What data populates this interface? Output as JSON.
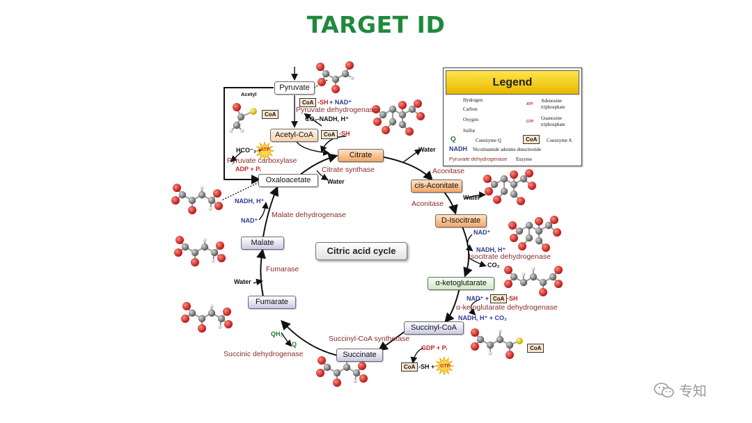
{
  "title": "TARGET ID",
  "diagram": {
    "center_label": "Citric acid cycle",
    "metabolites": {
      "pyruvate": "Pyruvate",
      "acetyl_coa": "Acetyl-CoA",
      "citrate": "Citrate",
      "cis_aconitate": "cis-Aconitate",
      "d_isocitrate": "D-Isocitrate",
      "a_ketoglutarate": "α-ketoglutarate",
      "succinyl_coa": "Succinyl-CoA",
      "succinate": "Succinate",
      "fumarate": "Fumarate",
      "malate": "Malate",
      "oxaloacetate": "Oxaloacetate"
    },
    "enzymes": {
      "pyruvate_dehydrogenase": "Pyruvate dehydrogenase",
      "pyruvate_carboxylase": "Pyruvate carboxylase",
      "citrate_synthase": "Citrate synthase",
      "aconitase_1": "Aconitase",
      "aconitase_2": "Aconitase",
      "isocitrate_dehydrogenase": "Isocitrate dehydrogenase",
      "akg_dehydrogenase": "α-ketoglutarate dehydrogenase",
      "succinyl_coa_synthetase": "Succinyl-CoA synthetase",
      "succinic_dehydrogenase": "Succinic dehydrogenase",
      "fumarase": "Fumarase",
      "malate_dehydrogenase": "Malate dehydrogenase"
    },
    "cofactors": {
      "acetyl": "Acetyl",
      "coa": "CoA",
      "sh": "-SH",
      "plus_nad": "+ NAD⁺",
      "co2_nadh_h": "CO₂-NADH, H⁺",
      "hco3": "HCO⁻₃ +",
      "atp": "ATP",
      "adp_pi": "ADP + Pᵢ",
      "water": "Water",
      "nadh_h": "NADH, H⁺",
      "nad_plus": "NAD⁺",
      "co2": "CO₂",
      "nad_plus_plus": "NAD⁺ +",
      "nadh_h_co2": "NADH, H⁺ + CO₂",
      "gdp_pi": "GDP + Pᵢ",
      "sh_plus": "-SH +",
      "gtp": "GTP",
      "qh2": "QH₂",
      "q": "Q"
    }
  },
  "legend": {
    "title": "Legend",
    "items": {
      "hydrogen": "Hydrogen",
      "carbon": "Carbon",
      "oxygen": "Oxygen",
      "sulfur": "Sulfur",
      "q_symbol": "Q",
      "coenzyme_q": "Coenzyme Q",
      "nadh_symbol": "NADH",
      "nadh_desc": "Nicotinamide adenine dinucleotide",
      "enzyme_example": "Pyruvate dehydrogenase",
      "enzyme": "Enzyme",
      "atp_symbol": "ATP",
      "atp_desc_1": "Adenosine",
      "atp_desc_2": "triphosphate",
      "gtp_symbol": "GTP",
      "gtp_desc_1": "Guanosine",
      "gtp_desc_2": "triphosphate",
      "coa_symbol": "CoA",
      "coa_desc": "Coenzyme A"
    }
  },
  "watermark": "专知",
  "colors": {
    "title": "#1f8a3c",
    "enzyme": "#8b2a2a",
    "nad": "#2b3a8f",
    "atp_red": "#c0282b",
    "q_green": "#1f7a2e",
    "legend_header": "#f0c419"
  }
}
